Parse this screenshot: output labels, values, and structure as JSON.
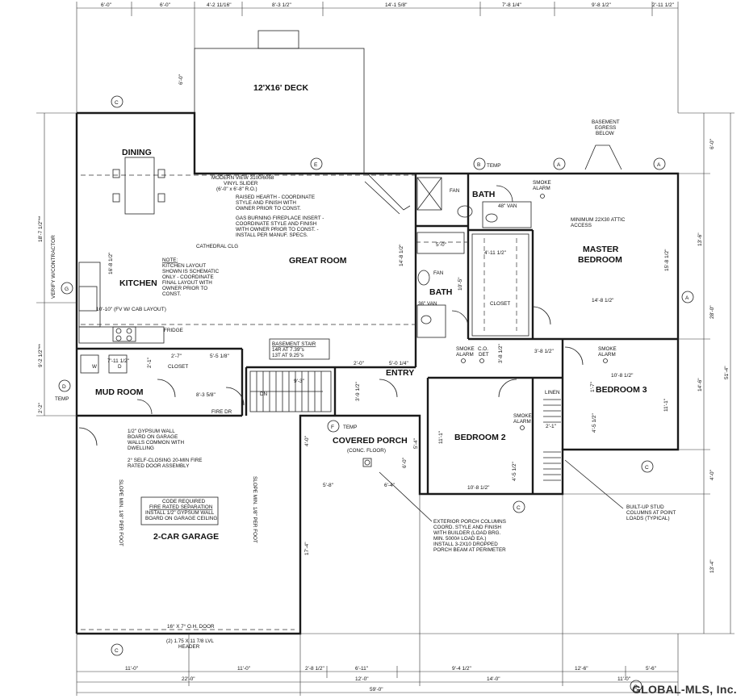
{
  "rooms": {
    "deck": "12'X16' DECK",
    "dining": "DINING",
    "kitchen": "KITCHEN",
    "great_room": "GREAT ROOM",
    "bath_upper": "BATH",
    "bath_lower": "BATH",
    "master": [
      "MASTER",
      "BEDROOM"
    ],
    "closet": "CLOSET",
    "fridge": "FRIDGE",
    "entry": "ENTRY",
    "mud_room": "MUD ROOM",
    "bedroom2": "BEDROOM 2",
    "bedroom3": "BEDROOM 3",
    "linen": "LINEN",
    "covered_porch": "COVERED PORCH",
    "porch_floor": "(CONC. FLOOR)",
    "garage": "2-CAR GARAGE",
    "closet_small": "CLOSET",
    "fire_dr": "FIRE DR",
    "dn": "DN"
  },
  "top_dims": [
    "6'-0\"",
    "6'-0\"",
    "4'-2 11/16\"",
    "8'-3 1/2\"",
    "14'-1 5/8\"",
    "7'-8 1/4\"",
    "9'-8 1/2\"",
    "2'-11 1/2\""
  ],
  "bottom_dims_row1": [
    "11'-0\"",
    "11'-0\"",
    "2'-8 1/2\"",
    "6'-11\"",
    "9'-4 1/2\"",
    "12'-6\"",
    "5'-6\""
  ],
  "bottom_dims_row2": [
    "22'-0\"",
    "12'-0\"",
    "14'-0\"",
    "11'-0\""
  ],
  "bottom_total": "59'-0\"",
  "right_dims": [
    "6'-0\"",
    "13'-6\"",
    "28'-0\"",
    "14'-6\"",
    "51'-4\"",
    "4'-0\"",
    "13'-4\""
  ],
  "left_dims": [
    "18'-7 1/2\"**",
    "VERIFY W/CONTRACTOR",
    "9'-2 1/2\"**",
    "2'-2\""
  ],
  "interior_dims": {
    "deck_side": "6'-0\"",
    "gr_depth": "14'-8 1/2\"",
    "kitchen_depth": "16'-8 1/2\"",
    "cab": "10'-10\" (FV W/ CAB LAYOUT)",
    "tub": "5'-0\"",
    "closet_w": "4'-11 1/2\"",
    "master_d": "15'-8 1/2\"",
    "master_w": "14'-8 1/2\"",
    "bath_w": "10'-5\"",
    "hall": "3'-8 1/2\"",
    "mud_w": "7'-11 1/2\"",
    "mud_c": "2'-7\"",
    "mud_h": "2'-1\"",
    "stair_w": "9'-3\"",
    "stair_l": "5'-5 1/8\"",
    "entry_a": "2'-0\"",
    "entry_b": "5'-0 1/4\"",
    "entry_c": "3'-9 1/2\"",
    "fire": "8'-3 5/8\"",
    "hall2": "3'-8 1/2\"",
    "b3_w": "10'-8 1/2\"",
    "b3_d": "11'-1\"",
    "b2_d": "11'-1\"",
    "b2_w": "10'-8 1/2\"",
    "linen_w": "2'-1\"",
    "lin_d": "4'-5 1/2\"",
    "b2_s": "4'-5 1/2\"",
    "porch_a": "5'-8\"",
    "porch_b": "6'-4\"",
    "porch_c": "4'-0\"",
    "porch_d": "5'-4\"",
    "porch_e": "6'-0\"",
    "garage_l": "17'-4\"",
    "bedrm_c": "1'-7\""
  },
  "notes": {
    "slider": [
      "MODERN VIEW 3100/6068",
      "VINYL SLIDER",
      "(6'-0\" x 6'-8\" R.O.)"
    ],
    "hearth": [
      "RAISED HEARTH - COORDINATE",
      "STYLE AND FINISH WITH",
      "OWNER PRIOR TO CONST."
    ],
    "fireplace": [
      "GAS BURNING FIREPLACE INSERT -",
      "COORDINATE STYLE AND FINISH",
      "WITH OWNER PRIOR TO CONST. -",
      "INSTALL PER MANUF. SPECS."
    ],
    "cathedral": "CATHEDRAL CLG",
    "kitchen_note": [
      "NOTE:",
      "KITCHEN LAYOUT",
      "SHOWN IS SCHEMATIC",
      "ONLY - COORDINATE",
      "FINAL LAYOUT WITH",
      "OWNER PRIOR TO",
      "CONST."
    ],
    "attic": [
      "MINIMUM 22X30 ATTIC",
      "ACCESS"
    ],
    "basement_egress": [
      "BASEMENT",
      "EGRESS",
      "BELOW"
    ],
    "basement_stair": [
      "BASEMENT STAIR",
      "14R AT 7.39\"s",
      "13T AT 9.25\"s"
    ],
    "gypsum": [
      "1/2\" GYPSUM WALL",
      "BOARD ON GARAGE",
      "WALLS COMMON WITH",
      "DWELLING"
    ],
    "self_closing": [
      "2° SELF-CLOSING 20-MIN FIRE",
      "RATED DOOR ASSEMBLY"
    ],
    "fire_sep": [
      "CODE REQUIRED",
      "FIRE RATED SEPARATION",
      "INSTALL 1/2\" GYPSUM WALL",
      "BOARD ON GARAGE CEILING"
    ],
    "slope_left": "SLOPE MIN. 1/8\" PER FOOT",
    "slope_right": "SLOPE MIN. 1/8\" PER FOOT",
    "garage_door": "16° X 7° O.H. DOOR",
    "header": [
      "(2) 1.75 X 11 7/8 LVL",
      "HEADER"
    ],
    "porch_columns": [
      "EXTERIOR PORCH COLUMNS",
      "COORD. STYLE AND FINISH",
      "WITH BUILDER (LOAD BRG.",
      "MIN. 5000# LOAD EA.)",
      "INSTALL 3-2X10 DROPPED",
      "PORCH BEAM AT PERIMETER"
    ],
    "stud_columns": [
      "BUILT-UP STUD",
      "COLUMNS AT POINT",
      "LOADS (TYPICAL)"
    ],
    "smoke_alarm": [
      "SMOKE",
      "ALARM"
    ],
    "co_det": [
      "C.O.",
      "DET"
    ],
    "temp": "TEMP",
    "fan": "FAN",
    "van48": "48\" VAN",
    "van36": "36\" VAN",
    "w": "W",
    "d": "D"
  },
  "markers": [
    "A",
    "B",
    "C",
    "D",
    "E",
    "F",
    "G"
  ],
  "brand": "GLOBAL-MLS, Inc."
}
